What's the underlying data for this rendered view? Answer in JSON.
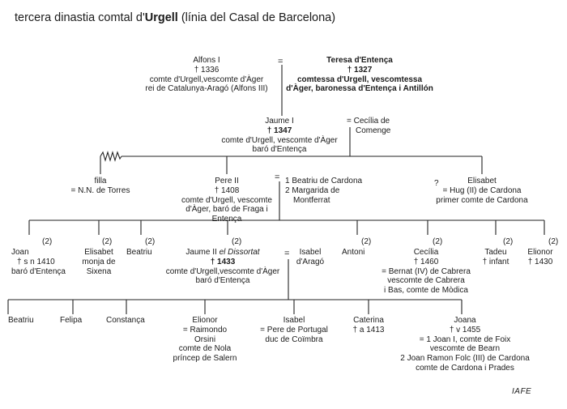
{
  "title_prefix": "tercera dinastia comtal d'",
  "title_bold": "Urgell",
  "title_suffix": " (línia del Casal de Barcelona)",
  "equals_sign": "=",
  "gen1": {
    "alfons": [
      "Alfons I",
      "† 1336",
      "comte d'Urgell,vescomte d'Àger",
      "rei de Catalunya-Aragó (Alfons III)"
    ],
    "teresa": [
      "Teresa d'Entença",
      "† 1327",
      "comtessa d'Urgell, vescomtessa",
      "d'Àger, baronessa d'Entença i Antillón"
    ]
  },
  "gen2": {
    "jaume": [
      "Jaume I",
      "† 1347",
      "comte d'Urgell, vescomte d'Àger",
      "baró d'Entença"
    ],
    "cecilia": [
      "= Cecília de",
      "Comenge"
    ]
  },
  "gen3": {
    "filla": [
      "filla",
      "= N.N. de Torres"
    ],
    "pere": [
      "Pere II",
      "† 1408",
      "comte d'Urgell, vescomte",
      "d'Àger, baró de Fraga i",
      "Entença"
    ],
    "pere_wives": [
      "1 Beatriu de Cardona",
      "2 Margarida de",
      "Montferrat"
    ],
    "elisabet_mark": "?",
    "elisabet": [
      "Elisabet",
      "= Hug (II) de Cardona",
      "primer comte de Cardona"
    ]
  },
  "gen4": {
    "joan": [
      "Joan",
      "† s n 1410",
      "baró d'Entença"
    ],
    "elisabet_monja": [
      "Elisabet",
      "monja de",
      "Sixena"
    ],
    "beatriu": [
      "Beatriu"
    ],
    "jaume2_name": "Jaume II ",
    "jaume2_epithet": "el Dissortat",
    "jaume2": [
      "† 1433",
      "comte d'Urgell,vescomte d'Àger",
      "baró d'Entença"
    ],
    "isabel_arago": [
      "Isabel",
      "d'Aragó"
    ],
    "antoni": [
      "Antoni"
    ],
    "cecilia2": [
      "Cecília",
      "† 1460",
      "= Bernat (IV) de Cabrera",
      "vescomte de Cabrera",
      "i Bas, comte de Mòdica"
    ],
    "tadeu": [
      "Tadeu",
      "† infant"
    ],
    "elionor": [
      "Elionor",
      "† 1430"
    ],
    "second_marriage_marks": [
      "(2)",
      "(2)",
      "(2)",
      "(2)",
      "(2)",
      "(2)",
      "(2)",
      "(2)"
    ]
  },
  "gen5": {
    "beatriu": [
      "Beatriu"
    ],
    "felipa": [
      "Felipa"
    ],
    "constanca": [
      "Constança"
    ],
    "elionor": [
      "Elionor",
      "= Raimondo",
      "Orsini",
      "comte de Nola",
      "príncep de Salern"
    ],
    "isabel": [
      "Isabel",
      "= Pere de Portugal",
      "duc de Coïmbra"
    ],
    "caterina": [
      "Caterina",
      "† a 1413"
    ],
    "joana": [
      "Joana",
      "† v 1455",
      "= 1 Joan I, comte de Foix",
      "vescomte de Bearn",
      "2 Joan Ramon Folc (III) de Cardona",
      "comte de Cardona i Prades"
    ]
  },
  "credit": "IAFE"
}
